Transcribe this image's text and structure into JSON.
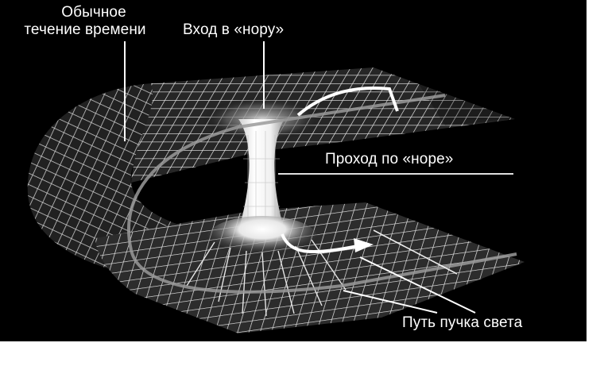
{
  "figure": {
    "background": "#000000",
    "page_background": "#ffffff",
    "subject": "wormhole-spacetime-diagram",
    "labels": {
      "normal_time_line1": "Обычное",
      "normal_time_line2": "течение времени",
      "entry": "Вход в «нору»",
      "throat": "Проход по «норе»",
      "light_path": "Путь пучка света"
    },
    "colors": {
      "text": "#ffffff",
      "grid_line": "#e8e8e8",
      "sheet_fill": "#2a2a2a",
      "throat": "#f4f4f4",
      "path_arrow": "#ffffff",
      "light_beam": "#9a9a9a"
    }
  }
}
